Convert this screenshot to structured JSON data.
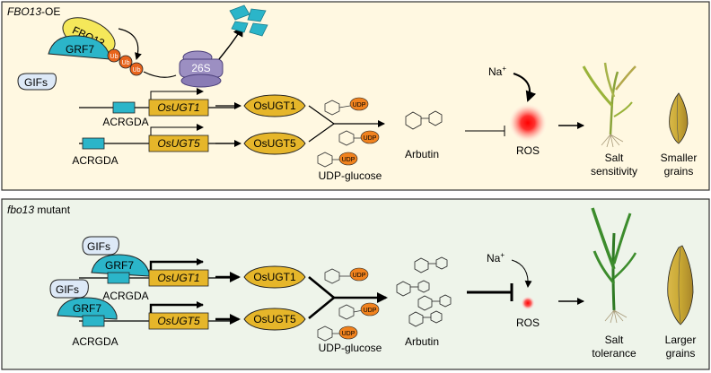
{
  "colors": {
    "top_panel_bg": "#fff8e1",
    "bottom_panel_bg": "#eef4ea",
    "panel_border": "#333333",
    "grf7": "#2bb5c9",
    "fbo13": "#f5e85a",
    "ub": "#e8641c",
    "proteasome": "#9c8fc2",
    "gene_box": "#e6b62a",
    "ugt_protein": "#e6b62a",
    "udp": "#f0821e",
    "gif": "#dde9f7",
    "ros": "#ff0000",
    "plant_green": "#3c8c2c",
    "grain": "#c9a833"
  },
  "top": {
    "title_gene": "FBO13",
    "title_suffix": "-OE",
    "fbo13": "FBO13",
    "grf7": "GRF7",
    "ub": "Ub",
    "proteasome": "26S",
    "gifs": "GIFs",
    "promoter1": "ACRGDA",
    "promoter2": "ACRGDA",
    "gene1": "OsUGT1",
    "gene2": "OsUGT5",
    "protein1": "OsUGT1",
    "protein2": "OsUGT5",
    "udp": "UDP",
    "udp_glucose": "UDP-glucose",
    "arbutin": "Arbutin",
    "na_base": "Na",
    "na_sup": "+",
    "ros": "ROS",
    "outcome1": [
      "Salt",
      "sensitivity"
    ],
    "outcome2": [
      "Smaller",
      "grains"
    ]
  },
  "bottom": {
    "title_gene": "fbo13",
    "title_suffix": " mutant",
    "gifs": "GIFs",
    "grf7": "GRF7",
    "promoter1": "ACRGDA",
    "promoter2": "ACRGDA",
    "gene1": "OsUGT1",
    "gene2": "OsUGT5",
    "protein1": "OsUGT1",
    "protein2": "OsUGT5",
    "udp": "UDP",
    "udp_glucose": "UDP-glucose",
    "arbutin": "Arbutin",
    "na_base": "Na",
    "na_sup": "+",
    "ros": "ROS",
    "outcome1": [
      "Salt",
      "tolerance"
    ],
    "outcome2": [
      "Larger",
      "grains"
    ]
  }
}
